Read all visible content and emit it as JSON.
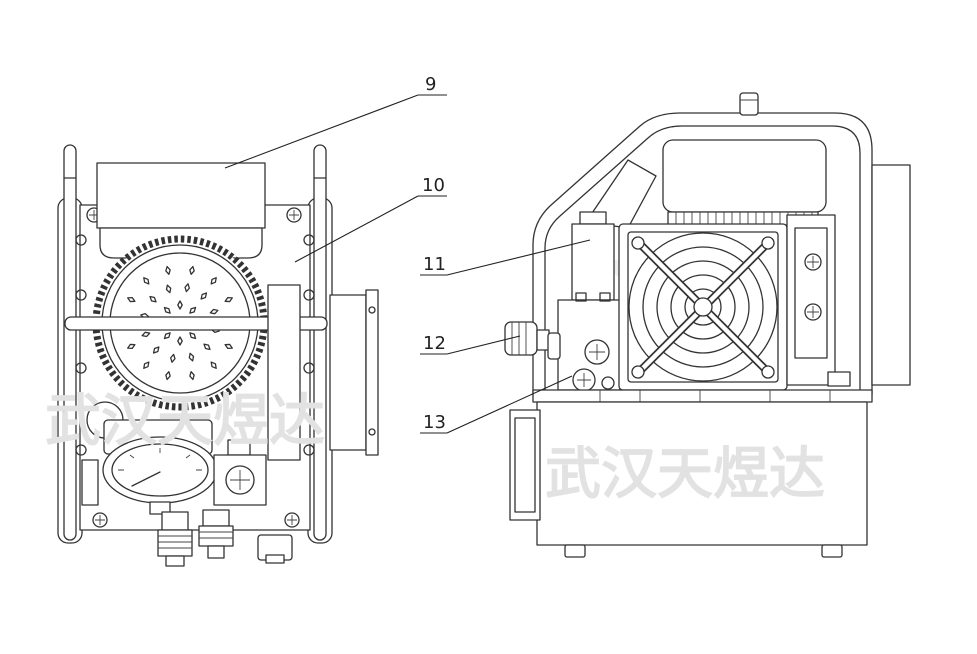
{
  "callouts": [
    {
      "label": "9"
    },
    {
      "label": "10"
    },
    {
      "label": "11"
    },
    {
      "label": "12"
    },
    {
      "label": "13"
    }
  ],
  "watermark": {
    "text": "武汉天煜达"
  },
  "colors": {
    "line": "#333333",
    "watermark": "#e2e2e2",
    "background": "#ffffff"
  }
}
